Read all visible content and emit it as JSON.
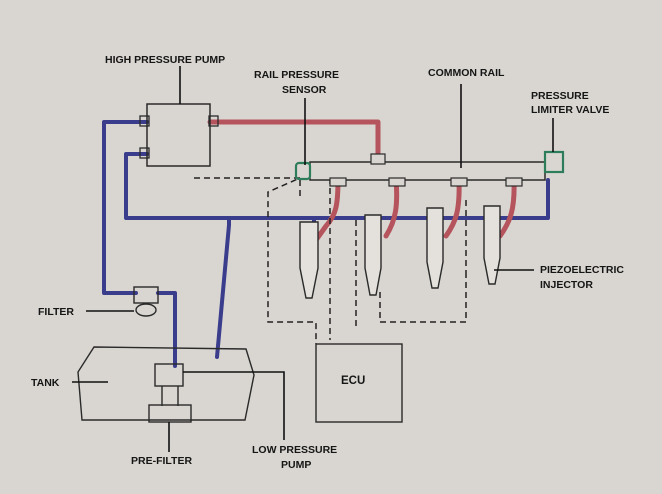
{
  "labels": {
    "high_pressure_pump": "HIGH PRESSURE PUMP",
    "rail_pressure_sensor_1": "RAIL PRESSURE",
    "rail_pressure_sensor_2": "SENSOR",
    "common_rail": "COMMON RAIL",
    "pressure_limiter_1": "PRESSURE",
    "pressure_limiter_2": "LIMITER VALVE",
    "piezo_injector_1": "PIEZOELECTRIC",
    "piezo_injector_2": "INJECTOR",
    "filter": "FILTER",
    "tank": "TANK",
    "ecu": "ECU",
    "pre_filter": "PRE-FILTER",
    "low_pressure_pump_1": "LOW PRESSURE",
    "low_pressure_pump_2": "PUMP"
  },
  "colors": {
    "paper": "#d9d6d1",
    "high_pressure_line": "#b5545c",
    "low_pressure_line": "#3a3c8c",
    "component_outline": "#2a2a2a",
    "sensor_valve": "#2e7d5a",
    "injector_fill": "#e4e1dc"
  }
}
